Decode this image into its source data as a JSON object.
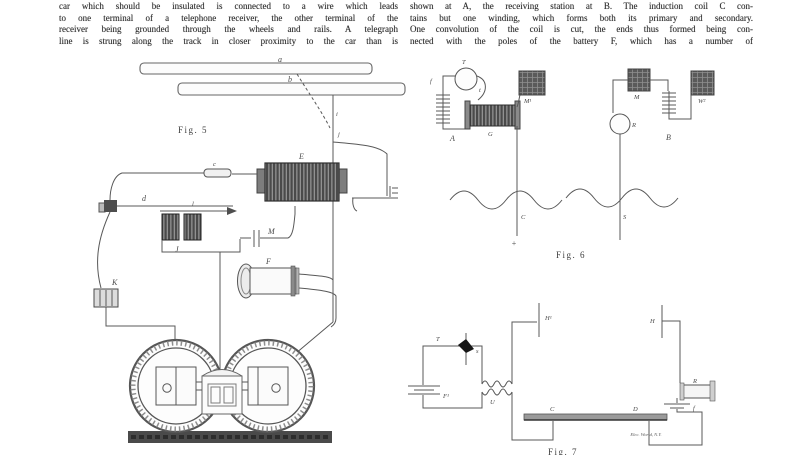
{
  "page": {
    "background": "#ffffff",
    "ink": "#333333"
  },
  "left_column": {
    "lines": [
      "car which should be insulated is connected to a wire which leads",
      "to one terminal of a telephone receiver, the other terminal of the",
      "receiver being grounded through the wheels and rails.  A telegraph",
      "line is strung along the track in closer proximity to the car than is"
    ]
  },
  "right_column": {
    "lines": [
      "shown at A, the receiving station at B.  The induction coil C con-",
      "tains but one winding, which forms both its primary and secondary.",
      "One convolution of the coil is cut, the ends thus formed being con-",
      "nected with the poles of the battery F, which has a number of"
    ]
  },
  "fig5": {
    "caption": "Fig. 5",
    "labels": {
      "a": "a",
      "b": "b",
      "i": "i",
      "j": "j",
      "c": "c",
      "E": "E",
      "d": "d",
      "l": "l",
      "J": "J",
      "M": "M",
      "K": "K",
      "F": "F"
    }
  },
  "fig6": {
    "caption": "Fig. 6",
    "labels": {
      "T": "T",
      "f": "f",
      "t": "t",
      "G": "G",
      "M1": "M¹",
      "A": "A",
      "C": "C",
      "plus": "+",
      "M": "M",
      "R": "R",
      "W2": "W²",
      "B": "B",
      "S": "S"
    }
  },
  "fig7": {
    "caption": "Fig. 7",
    "credit": "Elec. World, N.Y.",
    "labels": {
      "T": "T",
      "s": "s",
      "F1": "F¹",
      "U": "U",
      "H1": "H¹",
      "C": "C",
      "D": "D",
      "H": "H",
      "R": "R",
      "f": "f"
    }
  }
}
